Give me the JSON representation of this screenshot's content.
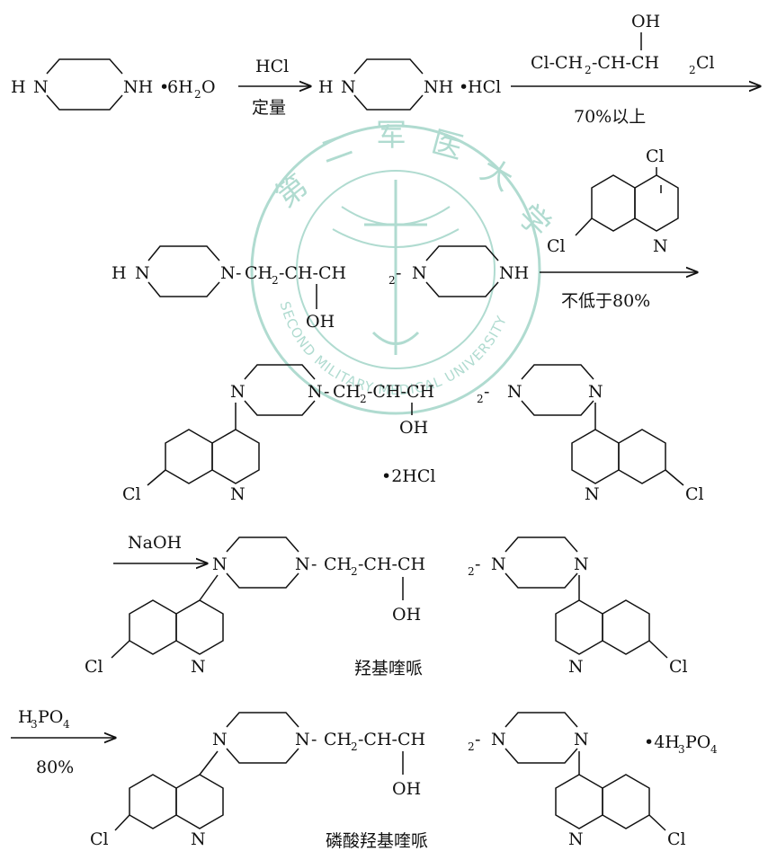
{
  "watermark": {
    "chinese": "第二军医大学",
    "english": "SECOND MILITARY MEDICAL UNIVERSITY",
    "color": "#a8d8cc"
  },
  "step1": {
    "piperazine_hydrate": "6H",
    "hydrate_sub": "2",
    "hydrate_tail": "O",
    "arrow1_top": "HCl",
    "arrow1_bottom": "定量",
    "hydrochloride": "HCl",
    "reagent_oh": "OH",
    "reagent_formula": "Cl-CH",
    "reagent_ch": "-CH-CH",
    "reagent_cl": "Cl",
    "arrow2_bottom": "70%以上"
  },
  "step2": {
    "linker_left": "CH",
    "linker_mid": "-CH-CH",
    "oh": "OH",
    "reagent_cl_top": "Cl",
    "reagent_cl_side": "Cl",
    "arrow_bottom": "不低于80%"
  },
  "step3": {
    "salt": "•2HCl",
    "oh": "OH"
  },
  "step4": {
    "arrow_top": "NaOH",
    "oh": "OH",
    "name": "羟基喹哌"
  },
  "step5": {
    "arrow_top": "H",
    "arrow_bottom": "80%",
    "salt": "•4H",
    "oh": "OH",
    "name": "磷酸羟基喹哌"
  },
  "atoms": {
    "n": "N",
    "nh": "NH",
    "h": "H",
    "cl": "Cl",
    "sub2": "2",
    "sub3": "3",
    "sub4": "4",
    "po": "PO"
  }
}
